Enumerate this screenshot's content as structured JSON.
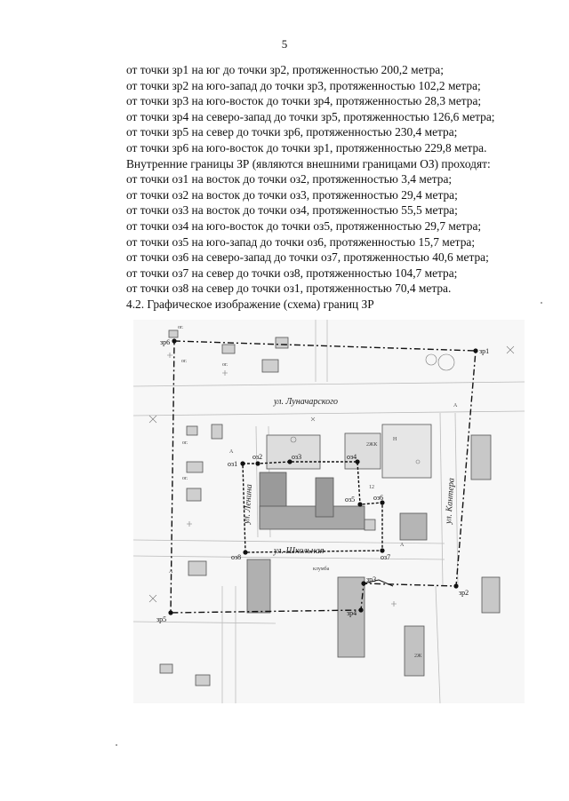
{
  "page_number": "5",
  "lines": [
    "от точки зр1 на юг до точки зр2, протяженностью 200,2 метра;",
    "от точки зр2 на юго-запад до точки зр3, протяженностью 102,2 метра;",
    "от точки зр3 на юго-восток до точки зр4, протяженностью 28,3 метра;",
    "от точки зр4 на северо-запад до точки зр5, протяженностью 126,6 метра;",
    "от точки зр5 на север до точки зр6, протяженностью 230,4 метра;",
    "от точки зр6 на юго-восток до точки зр1, протяженностью 229,8 метра.",
    "Внутренние границы ЗР (являются внешними границами ОЗ) проходят:",
    "от точки оз1 на восток до точки оз2, протяженностью 3,4 метра;",
    "от точки оз2 на восток до точки оз3, протяженностью 29,4 метра;",
    "от точки оз3 на восток до точки оз4, протяженностью 55,5 метра;",
    "от точки оз4 на юго-восток до точки оз5, протяженностью 29,7 метра;",
    "от точки оз5 на юго-запад до точки оз6, протяженностью 15,7 метра;",
    "от точки оз6 на северо-запад до точки оз7, протяженностью 40,6 метра;",
    "от точки оз7 на север до точки оз8, протяженностью 104,7 метра;",
    "от точки оз8 на север до точки оз1, протяженностью 70,4 метра.",
    "4.2. Графическое изображение (схема) границ ЗР"
  ],
  "scheme": {
    "points": {
      "zr1": "зр1",
      "zr2": "зр2",
      "zr3": "зр3",
      "zr4": "зр4",
      "zr5": "зр5",
      "zr6": "зр6",
      "oz1": "оз1",
      "oz2": "оз2",
      "oz3": "оз3",
      "oz4": "оз4",
      "oz5": "оз5",
      "oz6": "оз6",
      "oz7": "оз7",
      "oz8": "оз8"
    },
    "streets": {
      "lunacharskogo": "ул. Луначарского",
      "lenina": "ул. Ленина",
      "shkolnaya": "ул. Школьная",
      "kantera": "ул. Кантера"
    },
    "labels": {
      "a1": "А",
      "a2": "А",
      "a3": "А",
      "a4": "А",
      "zhk1": "2ЖК",
      "zhk2": "2Ж",
      "n1": "Н",
      "n2": "12",
      "og1": "ог.",
      "og2": "ог.",
      "og3": "ог.",
      "og4": "ог.",
      "og5": "ог.",
      "club": "клумба"
    }
  }
}
